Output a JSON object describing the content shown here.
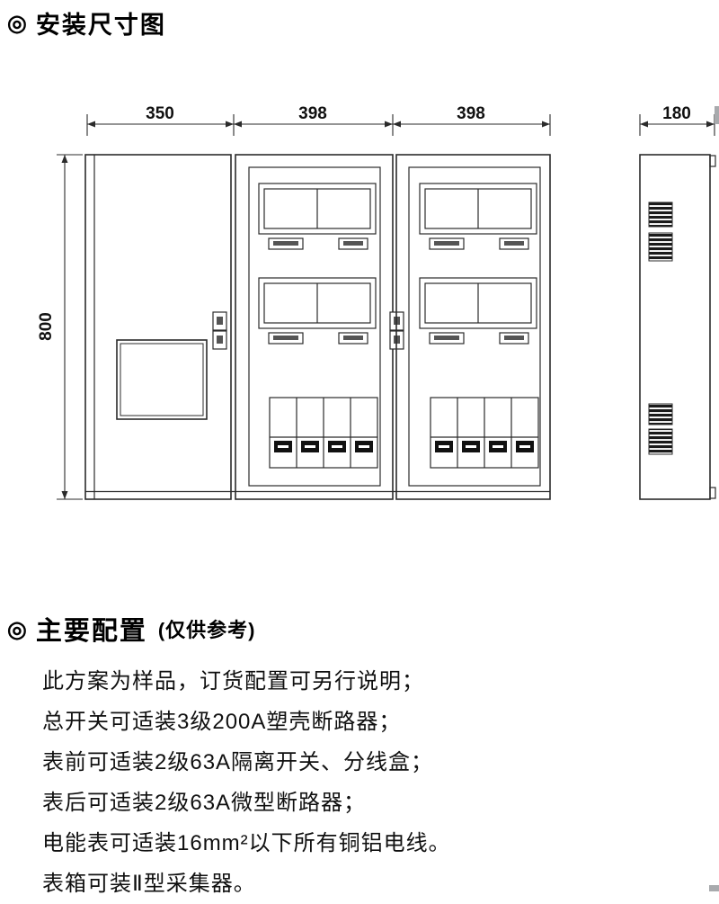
{
  "icons": {
    "double_circle": "◎"
  },
  "sections": {
    "dimensions": {
      "title": "安装尺寸图"
    },
    "config": {
      "title": "主要配置",
      "subtitle": "(仅供参考)",
      "lines": [
        "此方案为样品，订货配置可另行说明；",
        "总开关可适装3级200A塑壳断路器；",
        "表前可适装2级63A隔离开关、分线盒；",
        "表后可适装2级63A微型断路器；",
        "电能表可适装16mm²以下所有铜铝电线。",
        "表箱可装Ⅱ型采集器。"
      ]
    }
  },
  "dimensions": {
    "front_width_door": "350",
    "front_width_left_box": "398",
    "front_width_right_box": "398",
    "side_depth": "180",
    "height": "800"
  }
}
